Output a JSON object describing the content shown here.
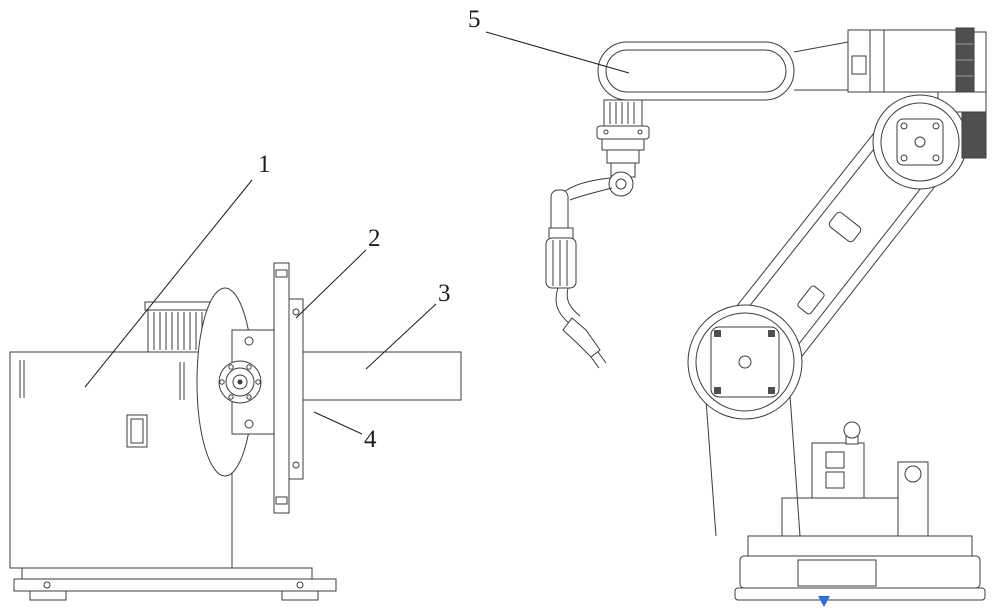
{
  "figure": {
    "kind": "patent-style technical line drawing of welding positioner and industrial robot arm",
    "background_color": "#ffffff",
    "line_color": "#3c3c3c",
    "dark_fill_color": "#4f4f4f",
    "marker_color": "#2e6fd8",
    "labels": [
      {
        "text": "1"
      },
      {
        "text": "2"
      },
      {
        "text": "3"
      },
      {
        "text": "4"
      },
      {
        "text": "5"
      }
    ]
  }
}
